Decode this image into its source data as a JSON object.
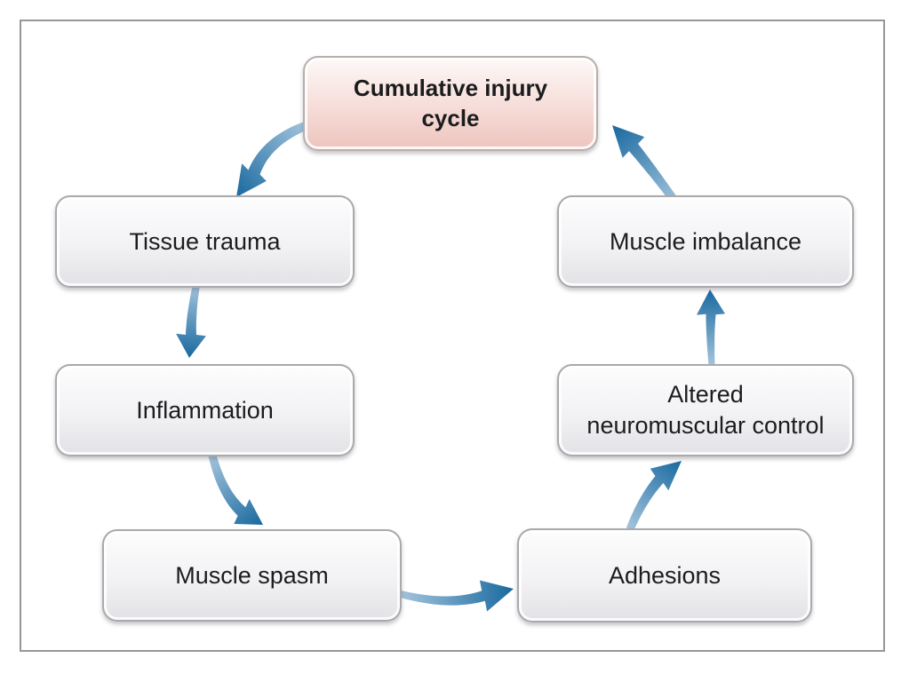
{
  "diagram": {
    "nodes": [
      {
        "label": "Cumulative injury cycle",
        "lines": [
          "Cumulative injury",
          "cycle"
        ],
        "emphasis": true
      },
      {
        "label": "Tissue trauma"
      },
      {
        "label": "Inflammation"
      },
      {
        "label": "Muscle spasm"
      },
      {
        "label": "Adhesions"
      },
      {
        "label": "Altered neuromuscular control",
        "lines": [
          "Altered",
          "neuromuscular control"
        ]
      },
      {
        "label": "Muscle imbalance"
      }
    ],
    "edges": [
      {
        "from": "Cumulative injury cycle",
        "to": "Tissue trauma"
      },
      {
        "from": "Tissue trauma",
        "to": "Inflammation"
      },
      {
        "from": "Inflammation",
        "to": "Muscle spasm"
      },
      {
        "from": "Muscle spasm",
        "to": "Adhesions"
      },
      {
        "from": "Adhesions",
        "to": "Altered neuromuscular control"
      },
      {
        "from": "Altered neuromuscular control",
        "to": "Muscle imbalance"
      },
      {
        "from": "Muscle imbalance",
        "to": "Cumulative injury cycle"
      }
    ],
    "colors": {
      "frame_border": "#979797",
      "text": "#1c1c1e",
      "box_top": "#fdfdfe",
      "box_mid": "#f2f2f4",
      "box_bottom": "#e2e2e6",
      "box_border": "#a9a9ae",
      "pink_top": "#fdf9f8",
      "pink_mid": "#f6dcd8",
      "pink_bottom": "#edc4bd",
      "pink_border": "#b9adad",
      "arrow_tail": "#a3c4dc",
      "arrow_head": "#19699f"
    }
  }
}
